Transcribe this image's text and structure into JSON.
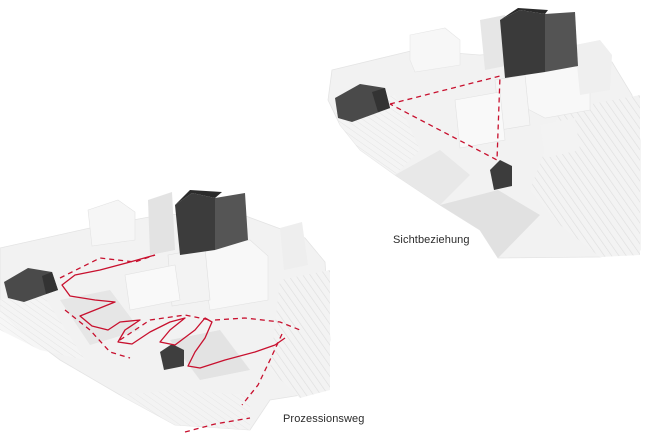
{
  "diagrams": [
    {
      "id": "sichtbeziehung",
      "caption": "Sichtbeziehung"
    },
    {
      "id": "prozessionsweg",
      "caption": "Prozessionsweg"
    }
  ],
  "colors": {
    "background": "#ffffff",
    "terrain": "#f2f2f2",
    "terrain_shadow": "#dcdcdc",
    "building_light": "#f7f7f7",
    "building_mid": "#e2e2e2",
    "building_dark": "#4a4a4a",
    "building_darkest": "#2f2f2f",
    "route_red": "#c8102e",
    "caption_text": "#2b2b2b"
  },
  "icons": []
}
